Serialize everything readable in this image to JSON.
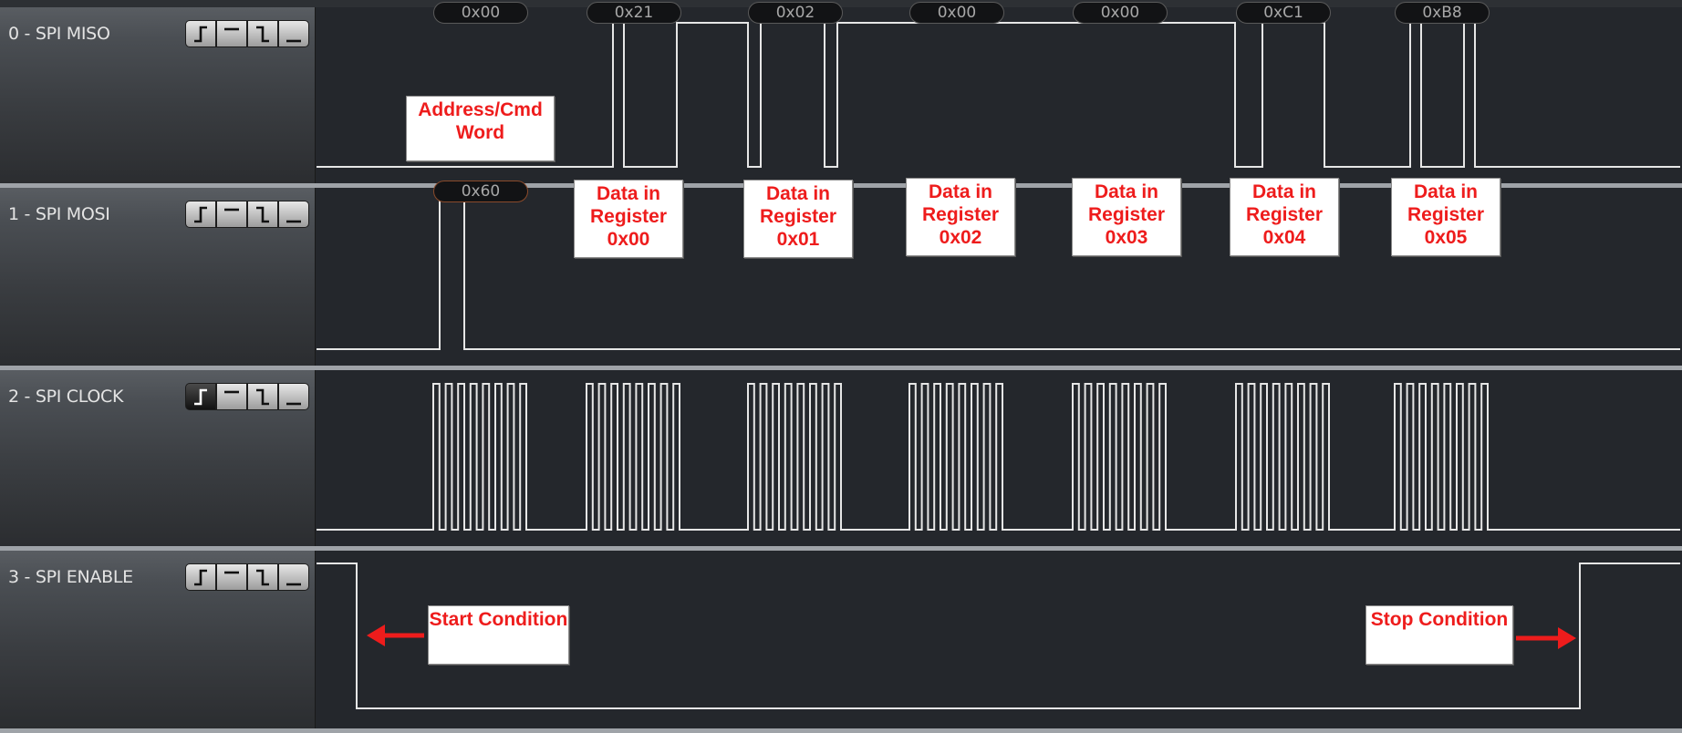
{
  "channels": [
    {
      "name": "0 - SPI MISO",
      "trigger_active": null
    },
    {
      "name": "1 - SPI MOSI",
      "trigger_active": null
    },
    {
      "name": "2 - SPI CLOCK",
      "trigger_active": "rising"
    },
    {
      "name": "3 - SPI ENABLE",
      "trigger_active": null
    }
  ],
  "trigger_buttons": [
    "rising-edge-icon",
    "high-level-icon",
    "falling-edge-icon",
    "low-level-icon"
  ],
  "miso_bytes": [
    "0x00",
    "0x21",
    "0x02",
    "0x00",
    "0x00",
    "0xC1",
    "0xB8"
  ],
  "mosi_bytes": [
    "0x60"
  ],
  "annotations": {
    "address_cmd": "Address/Cmd Word",
    "data_regs": [
      "Data in Register 0x00",
      "Data in Register 0x01",
      "Data in Register 0x02",
      "Data in Register 0x03",
      "Data in Register 0x04",
      "Data in Register 0x05"
    ],
    "start": "Start Condition",
    "stop": "Stop Condition"
  },
  "colors": {
    "trace": "#e6e6e6",
    "annotation_text": "#ee1c1c",
    "background": "#24272c",
    "arrow": "#ee1c1c"
  }
}
